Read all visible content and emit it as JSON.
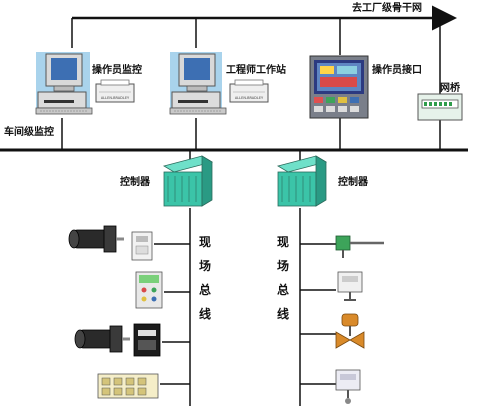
{
  "labels": {
    "backbone": "去工厂级骨干网",
    "operator_station": "操作员监控",
    "engineer_station": "工程师工作站",
    "operator_interface": "操作员接口",
    "bridge": "网桥",
    "workshop_monitor": "车间级监控",
    "controller_left": "控制器",
    "controller_right": "控制器",
    "fieldbus_left": [
      "现",
      "场",
      "总",
      "线"
    ],
    "fieldbus_right": [
      "现",
      "场",
      "总",
      "线"
    ]
  },
  "printer_text": "ALLEN-BRADLEY"
}
